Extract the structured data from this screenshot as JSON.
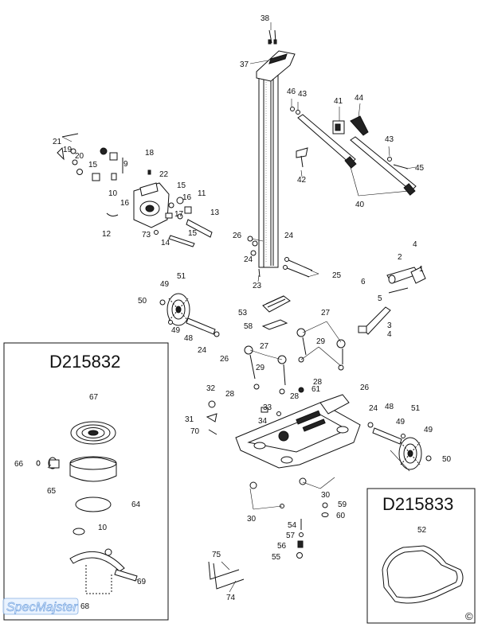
{
  "diagram": {
    "kit_boxes": [
      {
        "id": "left",
        "title": "D215832"
      },
      {
        "id": "right",
        "title": "D215833"
      }
    ],
    "labels": {
      "n1": "1",
      "n2": "2",
      "n3": "3",
      "n4a": "4",
      "n4b": "4",
      "n5": "5",
      "n6": "6",
      "n9": "9",
      "n10a": "10",
      "n10b": "10",
      "n11": "11",
      "n12": "12",
      "n13": "13",
      "n14": "14",
      "n15a": "15",
      "n15b": "15",
      "n15c": "15",
      "n16a": "16",
      "n16b": "16",
      "n17": "17",
      "n18": "18",
      "n19": "19",
      "n20": "20",
      "n21": "21",
      "n22": "22",
      "n23": "23",
      "n24a": "24",
      "n24b": "24",
      "n24c": "24",
      "n24d": "24",
      "n25": "25",
      "n26a": "26",
      "n26b": "26",
      "n26c": "26",
      "n27a": "27",
      "n27b": "27",
      "n28a": "28",
      "n28b": "28",
      "n28c": "28",
      "n29a": "29",
      "n29b": "29",
      "n30a": "30",
      "n30b": "30",
      "n31": "31",
      "n32": "32",
      "n33": "33",
      "n34": "34",
      "n37": "37",
      "n38": "38",
      "n40": "40",
      "n41": "41",
      "n42": "42",
      "n43a": "43",
      "n43b": "43",
      "n44": "44",
      "n45": "45",
      "n46": "46",
      "n48a": "48",
      "n48b": "48",
      "n49a": "49",
      "n49b": "49",
      "n49c": "49",
      "n49d": "49",
      "n50a": "50",
      "n50b": "50",
      "n51a": "51",
      "n51b": "51",
      "n52": "52",
      "n53": "53",
      "n54": "54",
      "n55": "55",
      "n56": "56",
      "n57": "57",
      "n58": "58",
      "n59": "59",
      "n60": "60",
      "n61": "61",
      "n64": "64",
      "n65": "65",
      "n66": "66",
      "n67": "67",
      "n68": "68",
      "n69": "69",
      "n70": "70",
      "n73": "73",
      "n74": "74",
      "n75": "75"
    },
    "watermark": "SpecMajster",
    "copyright_symbol": "©"
  }
}
